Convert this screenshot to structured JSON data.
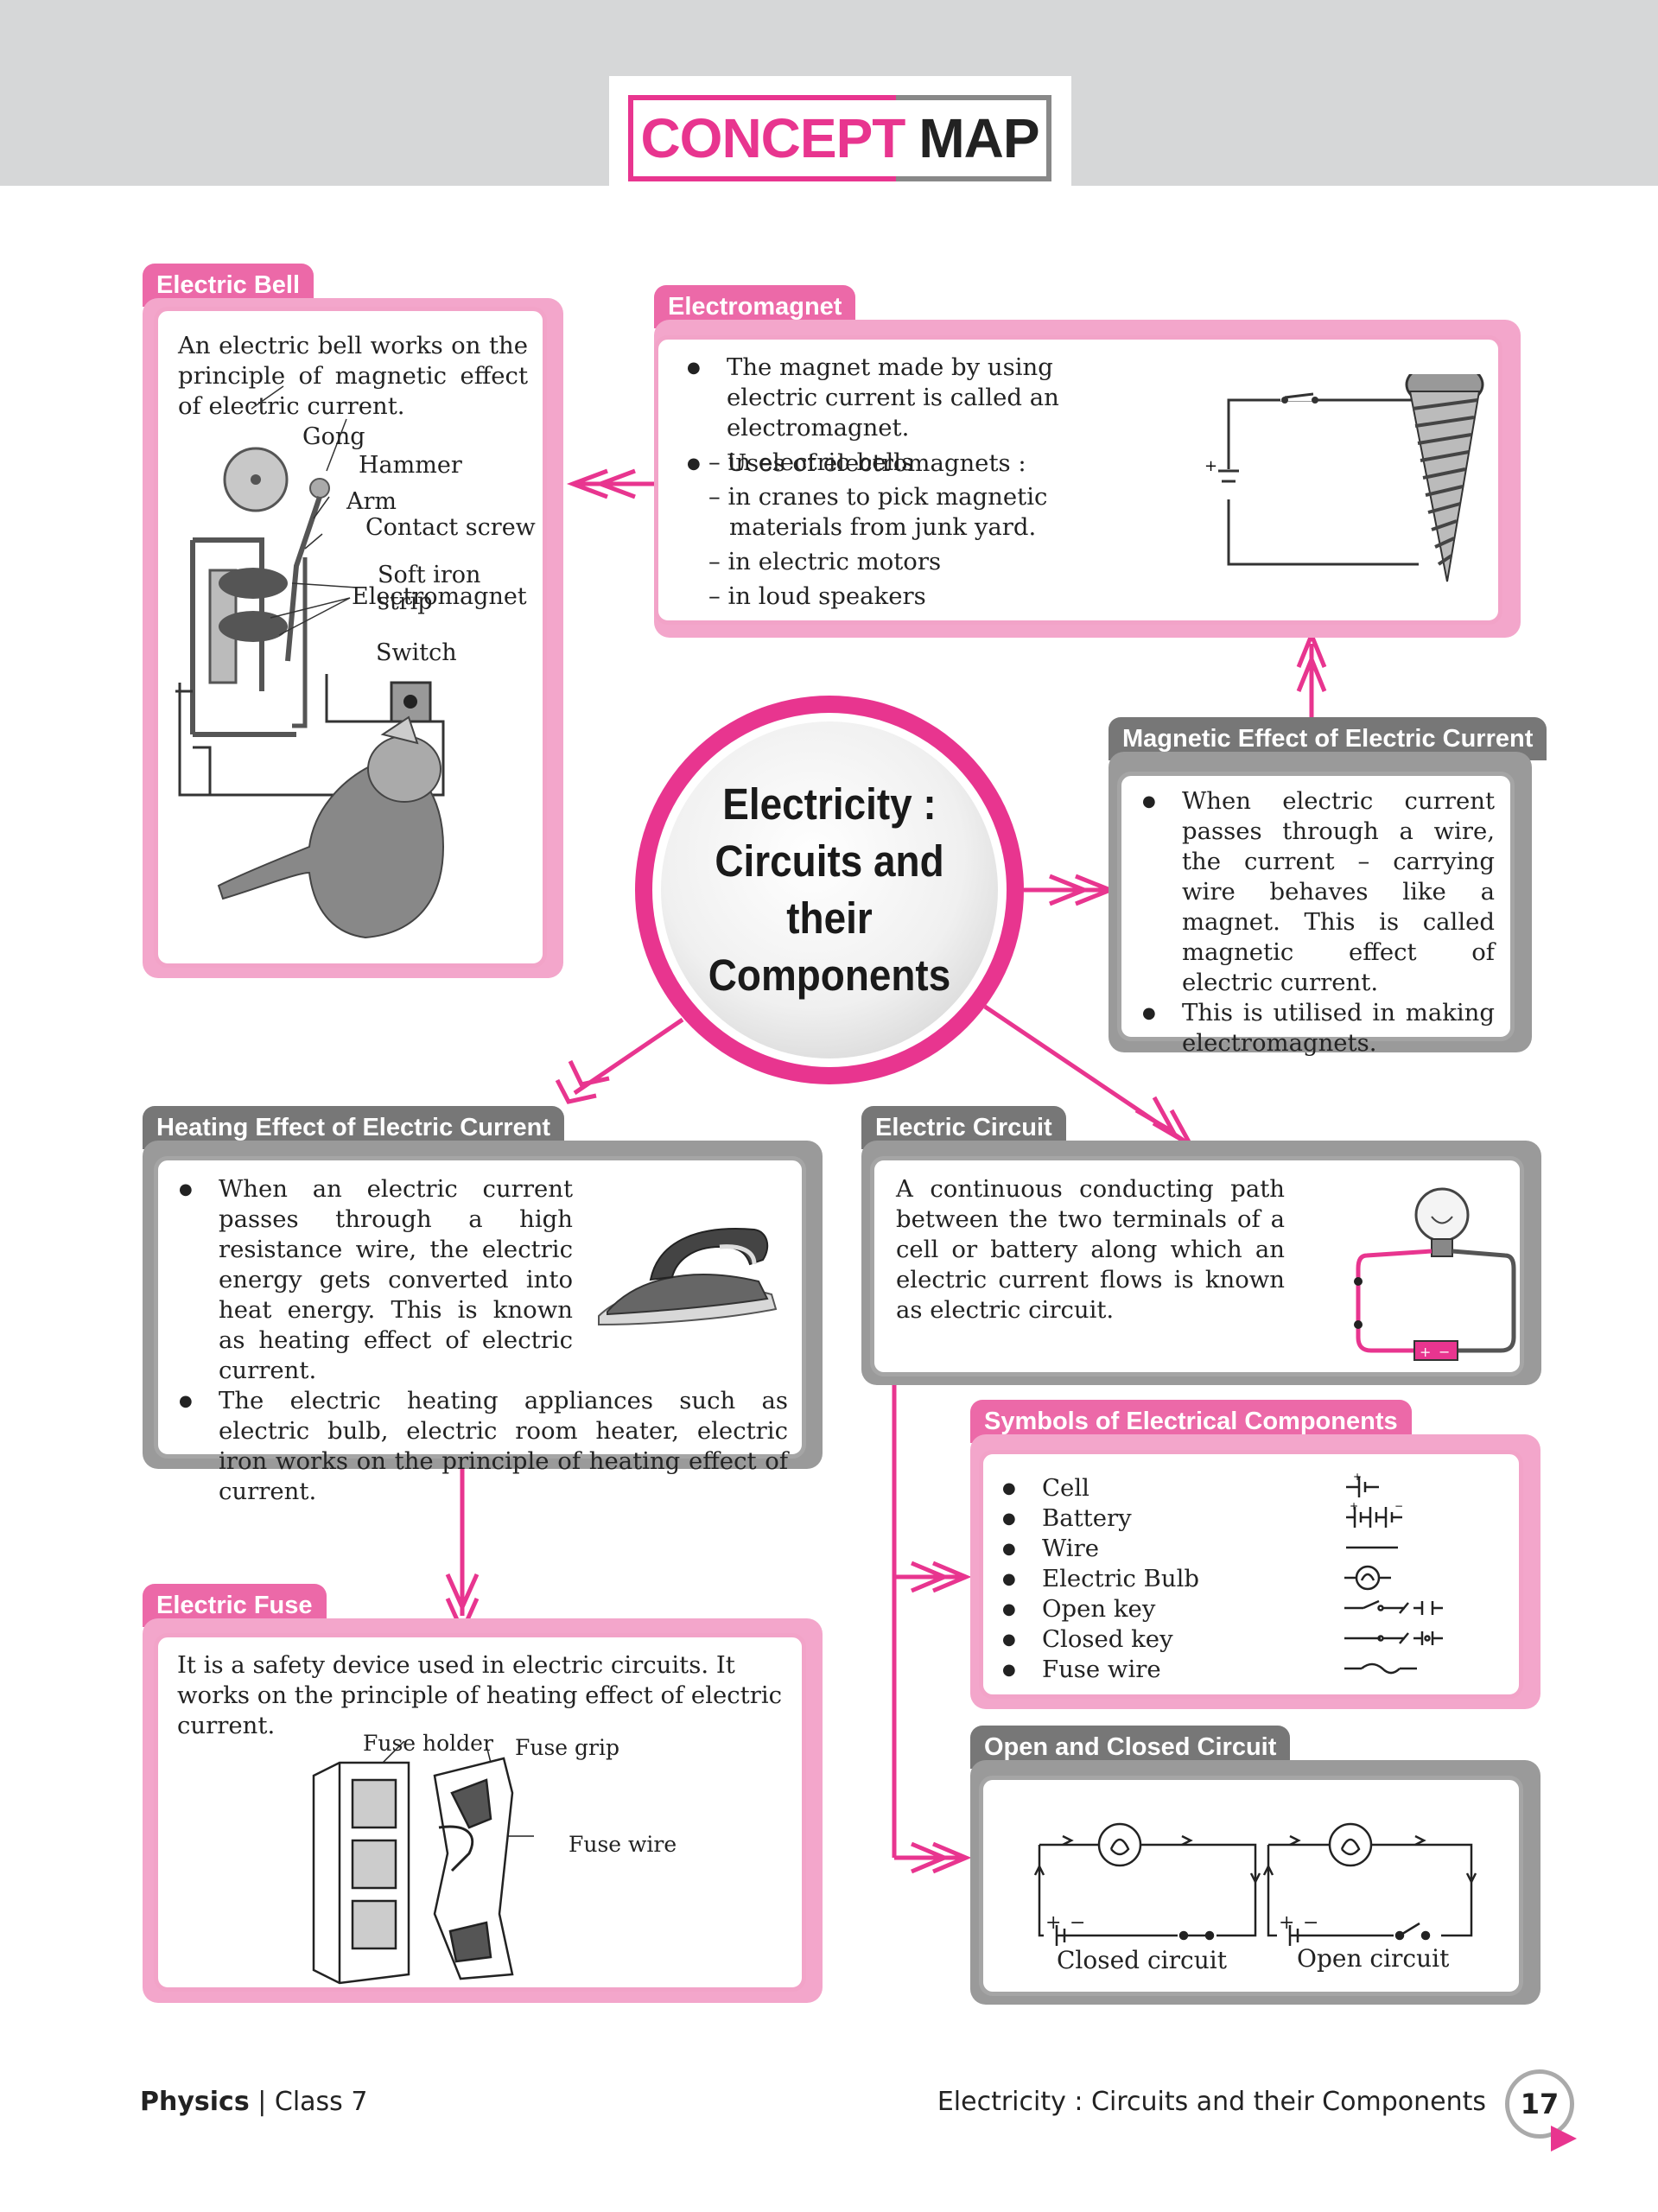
{
  "header": {
    "title_part1": "CONCEPT",
    "title_part2": "MAP"
  },
  "center": {
    "title": "Electricity : Circuits and their Components"
  },
  "electric_bell": {
    "tab": "Electric Bell",
    "text": "An electric bell works on the principle of magnetic effect of electric current.",
    "labels": {
      "gong": "Gong",
      "hammer": "Hammer",
      "arm": "Arm",
      "contact_screw": "Contact screw",
      "soft_iron_strip": "Soft iron strip",
      "electromagnet": "Electromagnet",
      "switch": "Switch"
    }
  },
  "electromagnet": {
    "tab": "Electromagnet",
    "bullet1": "The magnet made by using electric current is called an electromagnet.",
    "bullet2": "Uses of electromagnets :",
    "uses": [
      "– in electric bells",
      "– in cranes to pick magnetic materials from junk yard.",
      "– in electric motors",
      "– in loud speakers"
    ]
  },
  "magnetic_effect": {
    "tab": "Magnetic Effect of Electric Current",
    "bullet1": "When electric current passes through a wire, the current – carrying wire behaves like a magnet. This is called magnetic effect of electric current.",
    "bullet2": "This is utilised in making electromagnets."
  },
  "heating_effect": {
    "tab": "Heating Effect of Electric Current",
    "bullet1": "When an electric current passes through a high resistance wire, the electric energy gets converted into heat energy. This is known as heating effect of electric current.",
    "bullet2": "The electric heating appliances such as electric bulb, electric room heater, electric iron works on the principle of heating effect of current."
  },
  "electric_circuit": {
    "tab": "Electric Circuit",
    "text": "A continuous conducting path between the two terminals of a cell or battery along which an electric current flows is known as electric circuit."
  },
  "symbols": {
    "tab": "Symbols of Electrical Components",
    "items": [
      "Cell",
      "Battery",
      "Wire",
      "Electric Bulb",
      "Open key",
      "Closed key",
      "Fuse wire"
    ]
  },
  "electric_fuse": {
    "tab": "Electric Fuse",
    "text": "It is a safety device used in electric circuits. It works on the principle of heating effect of electric current.",
    "labels": {
      "fuse_holder": "Fuse holder",
      "fuse_grip": "Fuse grip",
      "fuse_wire": "Fuse wire"
    }
  },
  "open_closed": {
    "tab": "Open and Closed Circuit",
    "closed_label": "Closed circuit",
    "open_label": "Open circuit"
  },
  "footer": {
    "subject": "Physics",
    "separator": " | ",
    "class": "Class 7",
    "chapter": "Electricity : Circuits and their Components",
    "page": "17"
  },
  "colors": {
    "accent": "#e8358f",
    "tab_pink": "#ec69a8",
    "tab_gray": "#777777",
    "shadow_pink": "#f3a6cb"
  }
}
